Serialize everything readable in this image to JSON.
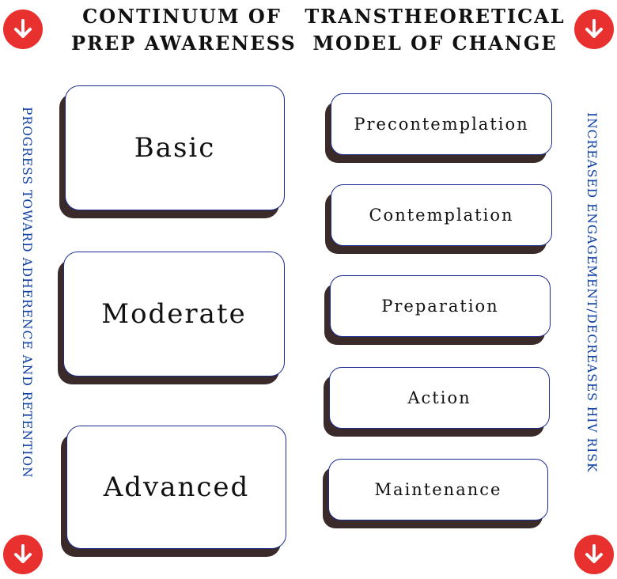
{
  "headings": {
    "left": [
      "CONTINUUM OF",
      "PREP AWARENESS"
    ],
    "right": [
      "TRANSTHEORETICAL",
      "MODEL OF CHANGE"
    ]
  },
  "side_labels": {
    "left": "PROGRESS TOWARD ADHERENCE AND RETENTION",
    "right": "INCREASED ENGAGEMENT/DECREASES HIV RISK"
  },
  "awareness_levels": [
    "Basic",
    "Moderate",
    "Advanced"
  ],
  "stages_of_change": [
    "Precontemplation",
    "Contemplation",
    "Preparation",
    "Action",
    "Maintenance"
  ],
  "icons": {
    "corner": "arrow-down-circle-icon"
  },
  "colors": {
    "arrow_circle": "#e8302e",
    "side_text": "#0b3ea3",
    "box_border": "#1a2c8f",
    "box_shadow": "#3a2a2a"
  }
}
